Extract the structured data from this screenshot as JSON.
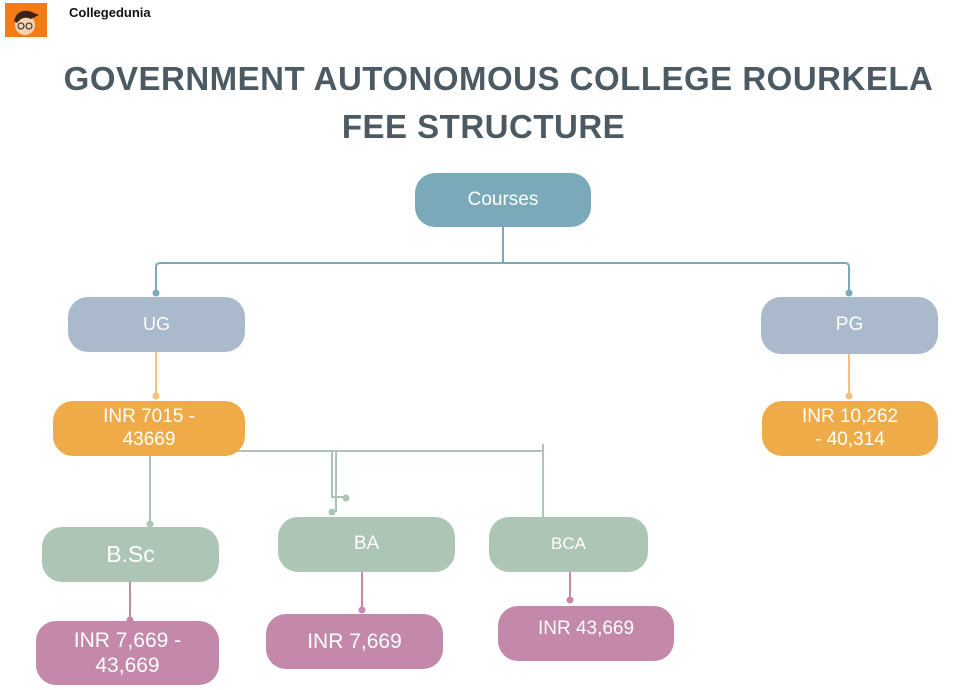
{
  "brand": {
    "name": "Collegedunia",
    "logo_icon": "mascot-avatar-icon"
  },
  "title": {
    "line1": "GOVERNMENT AUTONOMOUS COLLEGE ROURKELA",
    "line2": "FEE  STRUCTURE"
  },
  "colors": {
    "root": "#7aaab9",
    "level": "#abb9cd",
    "fee": "#efab47",
    "course": "#acc5b4",
    "course_fee": "#c488ab",
    "title": "#4b5a63"
  },
  "tree": {
    "root": "Courses",
    "ug": {
      "label": "UG",
      "fee_line1": "INR 7015 -",
      "fee_line2": "43669"
    },
    "pg": {
      "label": "PG",
      "fee_line1": "INR  10,262",
      "fee_line2": "- 40,314"
    },
    "courses": [
      {
        "label": "B.Sc",
        "fee_line1": "INR 7,669 -",
        "fee_line2": "43,669"
      },
      {
        "label": "BA",
        "fee_line1": "INR 7,669",
        "fee_line2": ""
      },
      {
        "label": "BCA",
        "fee_line1": "INR 43,669",
        "fee_line2": ""
      }
    ]
  }
}
